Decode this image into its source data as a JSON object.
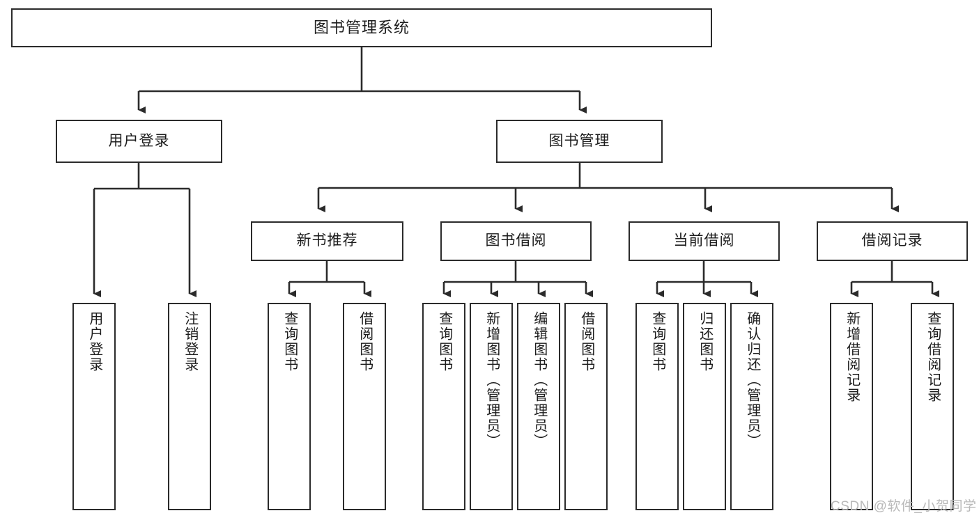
{
  "diagram": {
    "title": "图书管理系统",
    "type": "tree-hierarchy-diagram",
    "watermark": "CSDN @软件_小贺同学",
    "colors": {
      "border": "#2b2b2b",
      "fill": "#ffffff",
      "edge": "#2b2b2b",
      "text": "#1c1c1c",
      "watermark": "#b9b9b9"
    },
    "nodes": {
      "root": {
        "label": "图书管理系统"
      },
      "level1": [
        {
          "id": "user-login",
          "label": "用户登录"
        },
        {
          "id": "book-manage",
          "label": "图书管理"
        }
      ],
      "level2": [
        {
          "id": "new-book-rec",
          "label": "新书推荐"
        },
        {
          "id": "book-borrow",
          "label": "图书借阅"
        },
        {
          "id": "current-borrow",
          "label": "当前借阅"
        },
        {
          "id": "borrow-record",
          "label": "借阅记录"
        }
      ],
      "leaves": {
        "user_login": [
          {
            "id": "leaf-user-login",
            "label": "用户登录"
          },
          {
            "id": "leaf-logout",
            "label": "注销登录"
          }
        ],
        "new_book_rec": [
          {
            "id": "leaf-query-book-1",
            "label": "查询图书"
          },
          {
            "id": "leaf-borrow-book-1",
            "label": "借阅图书"
          }
        ],
        "book_borrow": [
          {
            "id": "leaf-query-book-2",
            "label": "查询图书"
          },
          {
            "id": "leaf-add-book",
            "label": "新增图书（管理员）"
          },
          {
            "id": "leaf-edit-book",
            "label": "编辑图书（管理员）"
          },
          {
            "id": "leaf-borrow-book-2",
            "label": "借阅图书"
          }
        ],
        "current_borrow": [
          {
            "id": "leaf-query-book-3",
            "label": "查询图书"
          },
          {
            "id": "leaf-return-book",
            "label": "归还图书"
          },
          {
            "id": "leaf-confirm-return",
            "label": "确认归还（管理员）"
          }
        ],
        "borrow_record": [
          {
            "id": "leaf-add-record",
            "label": "新增借阅记录"
          },
          {
            "id": "leaf-query-record",
            "label": "查询借阅记录"
          }
        ]
      }
    }
  }
}
